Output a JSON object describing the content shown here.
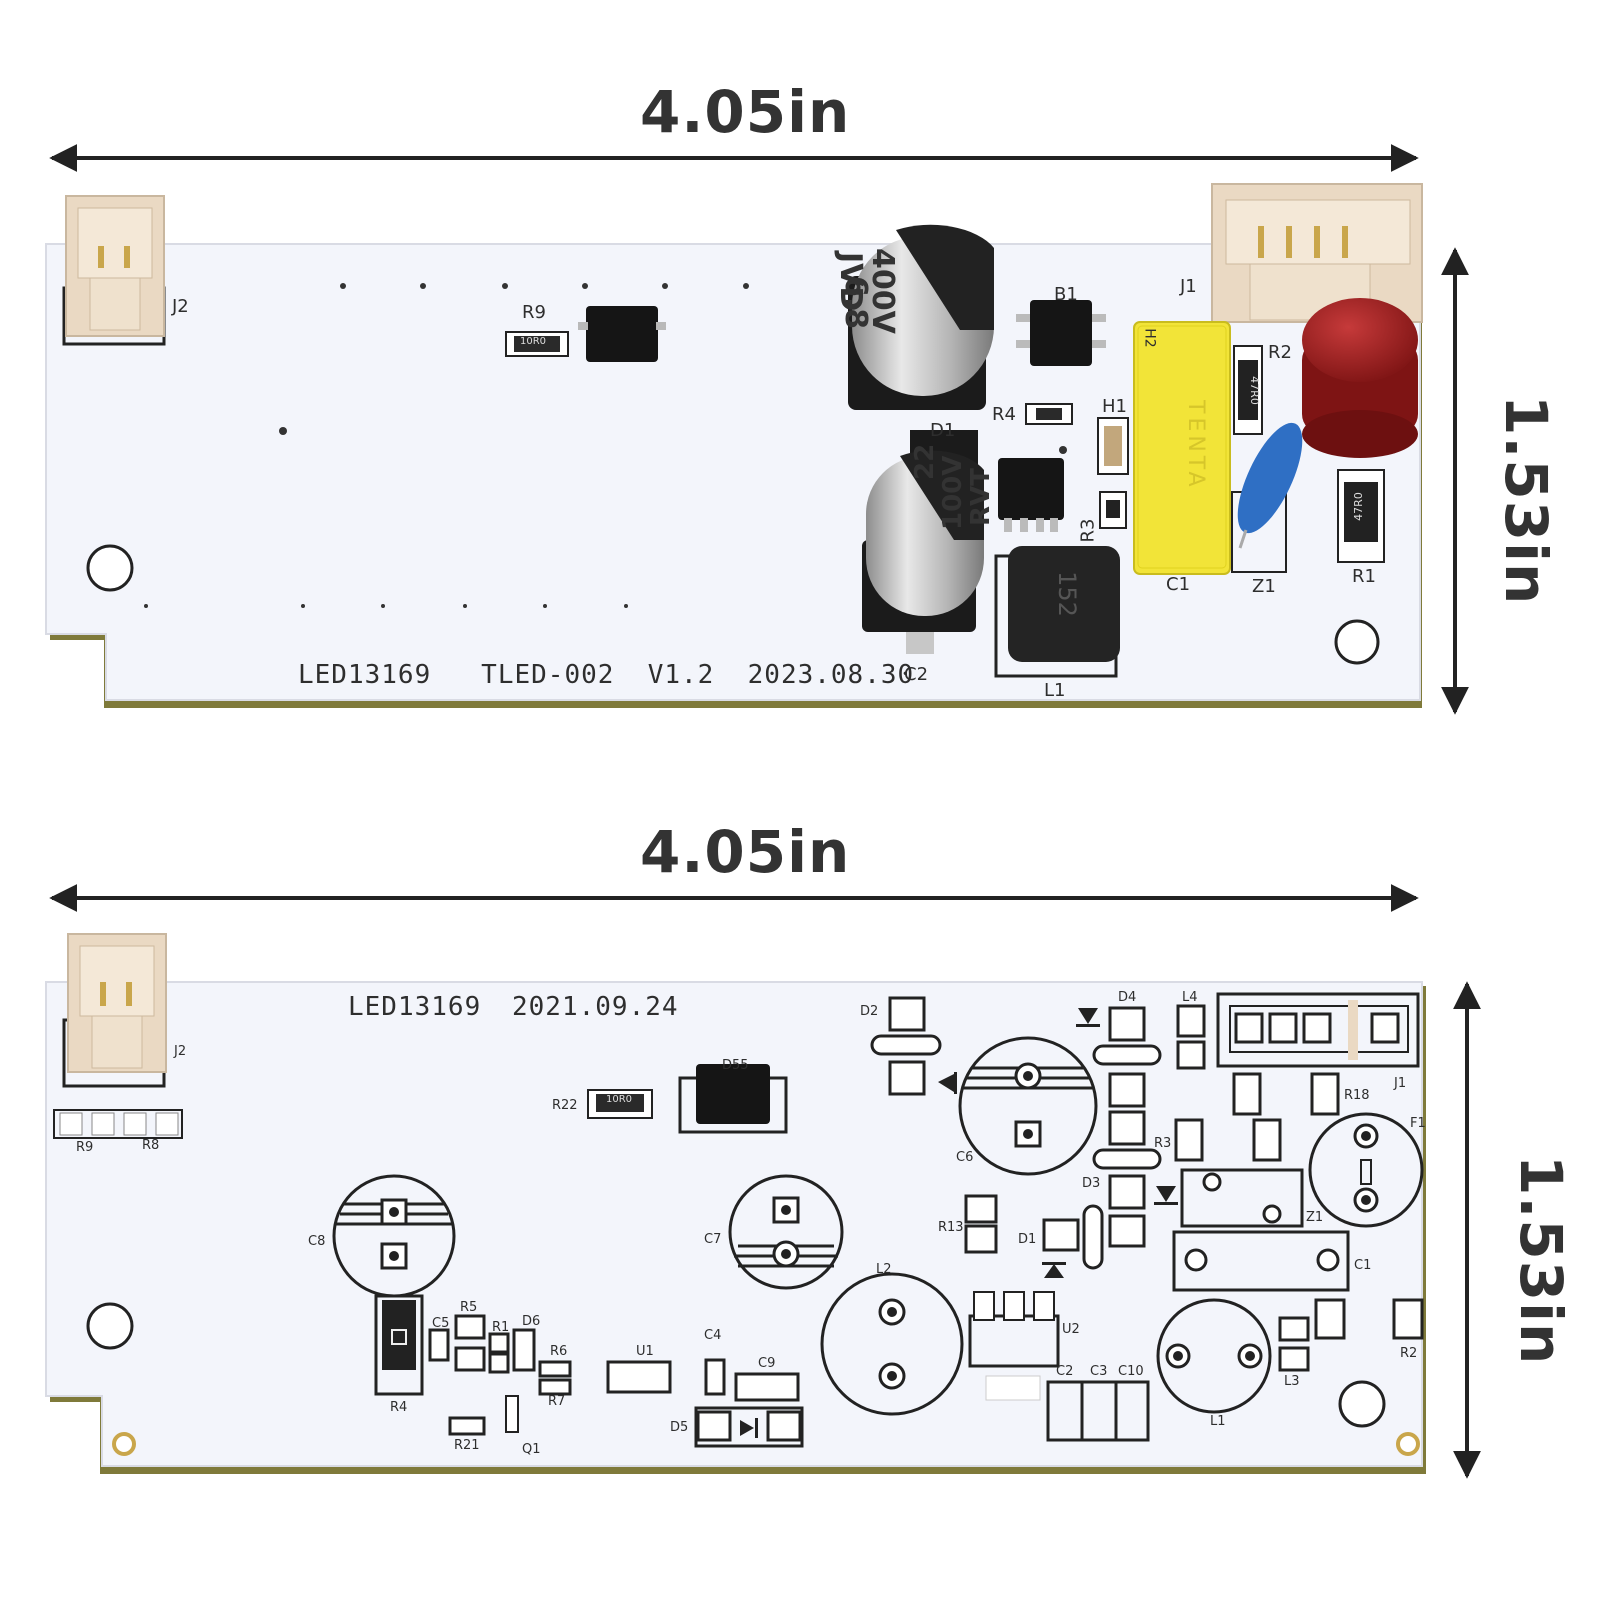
{
  "dimensions": {
    "top_width": "4.05in",
    "top_height": "1.53in",
    "bottom_width": "4.05in",
    "bottom_height": "1.53in"
  },
  "top_board": {
    "silkscreen": "LED13169   TLED-002  V1.2  2023.08.30",
    "capacitor_1": [
      "6.8",
      "400V",
      "JVD"
    ],
    "capacitor_2": [
      "22",
      "100V",
      "RVT"
    ],
    "refs": {
      "j2": "J2",
      "r9": "R9",
      "b1": "B1",
      "j1": "J1",
      "r2": "R2",
      "r4": "R4",
      "h1": "H1",
      "d1": "D1",
      "r3": "R3",
      "c1": "C1",
      "z1": "Z1",
      "r1": "R1",
      "c2": "C2",
      "l1": "L1",
      "h2": "H2"
    },
    "resistor_marks": {
      "r9": "10R0",
      "r2": "47R0",
      "r1": "47R0"
    },
    "inductor_mark": "152",
    "x_cap_mark": "TENTA"
  },
  "bottom_board": {
    "silkscreen_id": "LED13169",
    "silkscreen_date": "2021.09.24",
    "refs": {
      "j2": "J2",
      "r9": "R9",
      "r8": "R8",
      "r22": "R22",
      "d2": "D2",
      "d4": "D4",
      "l4": "L4",
      "j1": "J1",
      "r18": "R18",
      "f1": "F1",
      "c6": "C6",
      "r3": "R3",
      "d3": "D3",
      "z1": "Z1",
      "c8": "C8",
      "c7": "C7",
      "r13": "R13",
      "d1": "D1",
      "c1": "C1",
      "l2": "L2",
      "u2": "U2",
      "r2": "R2",
      "c5": "C5",
      "r5": "R5",
      "r1": "R1",
      "d6": "D6",
      "r6": "R6",
      "u1": "U1",
      "c4": "C4",
      "c9": "C9",
      "r7": "R7",
      "r4": "R4",
      "r21": "R21",
      "q1": "Q1",
      "d5": "D5",
      "c2": "C2",
      "c3": "C3",
      "c10": "C10",
      "l3": "L3",
      "l1": "L1",
      "d55": "D55"
    },
    "resistor_marks": {
      "r22": "10R0"
    }
  },
  "colors": {
    "pcb": "#f3f5fb",
    "pcb_edge": "#7f7a3a",
    "connector": "#ead9c3",
    "x_cap": "#f2e438",
    "fuse": "#a92323",
    "y_cap": "#2f6fc4",
    "arrow": "#222222"
  }
}
